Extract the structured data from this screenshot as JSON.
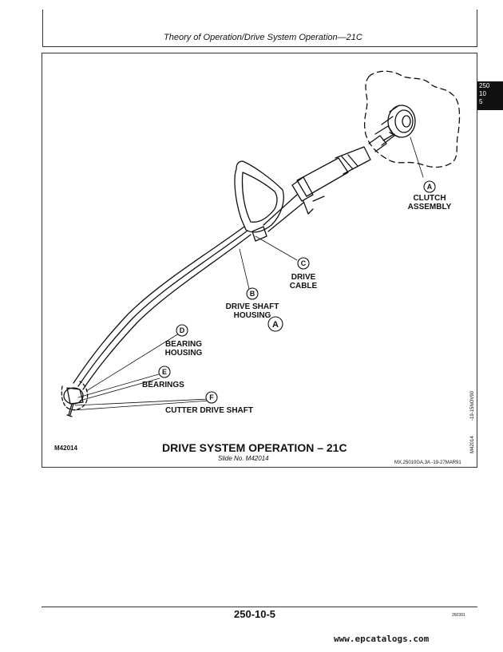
{
  "header": {
    "title": "Theory of Operation/Drive System Operation—21C"
  },
  "side_tab": [
    "250",
    "10",
    "5"
  ],
  "callouts": {
    "a": {
      "letter": "A",
      "label_line1": "CLUTCH",
      "label_line2": "ASSEMBLY"
    },
    "b": {
      "letter": "B",
      "label_line1": "DRIVE SHAFT",
      "label_line2": "HOUSING"
    },
    "b_inline": {
      "letter": "A"
    },
    "c": {
      "letter": "C",
      "label_line1": "DRIVE",
      "label_line2": "CABLE"
    },
    "d": {
      "letter": "D",
      "label_line1": "BEARING",
      "label_line2": "HOUSING"
    },
    "e": {
      "letter": "E",
      "label_line1": "BEARINGS"
    },
    "f": {
      "letter": "F",
      "label_line1": "CUTTER DRIVE SHAFT"
    }
  },
  "figure": {
    "id": "M42014",
    "caption": "DRIVE SYSTEM OPERATION – 21C",
    "slide": "Slide No. M42014",
    "ref_code": "MX,25010GA,3A  -19-27MAR91",
    "vertical_date": "-19-15NOV90",
    "vertical_id": "M42014"
  },
  "footer": {
    "page_number": "250-10-5",
    "code": "260391",
    "url": "www.epcatalogs.com"
  }
}
